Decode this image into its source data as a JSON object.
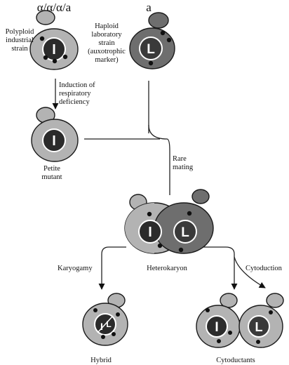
{
  "genotype_industrial": "α/α/α/a",
  "genotype_lab": "a",
  "label_industrial": "Polyploid\nindustrial\nstrain",
  "label_lab": "Haploid\nlaboratory\nstrain\n(auxotrophic\nmarker)",
  "step_induction": "Induction of\nrespiratory\ndeficiency",
  "label_petite": "Petite\nmutant",
  "step_rare_mating": "Rare\nmating",
  "step_karyogamy": "Karyogamy",
  "label_heterokaryon": "Heterokaryon",
  "step_cytoduction": "Cytoduction",
  "label_hybrid": "Hybrid",
  "label_cytoductants": "Cytoductants",
  "nucleus_industrial": "I",
  "nucleus_lab": "L",
  "colors": {
    "industrial_cell": "#b3b3b3",
    "lab_cell": "#6e6e6e",
    "nucleus": "#2b2b2b",
    "outline": "#1a1a1a"
  }
}
